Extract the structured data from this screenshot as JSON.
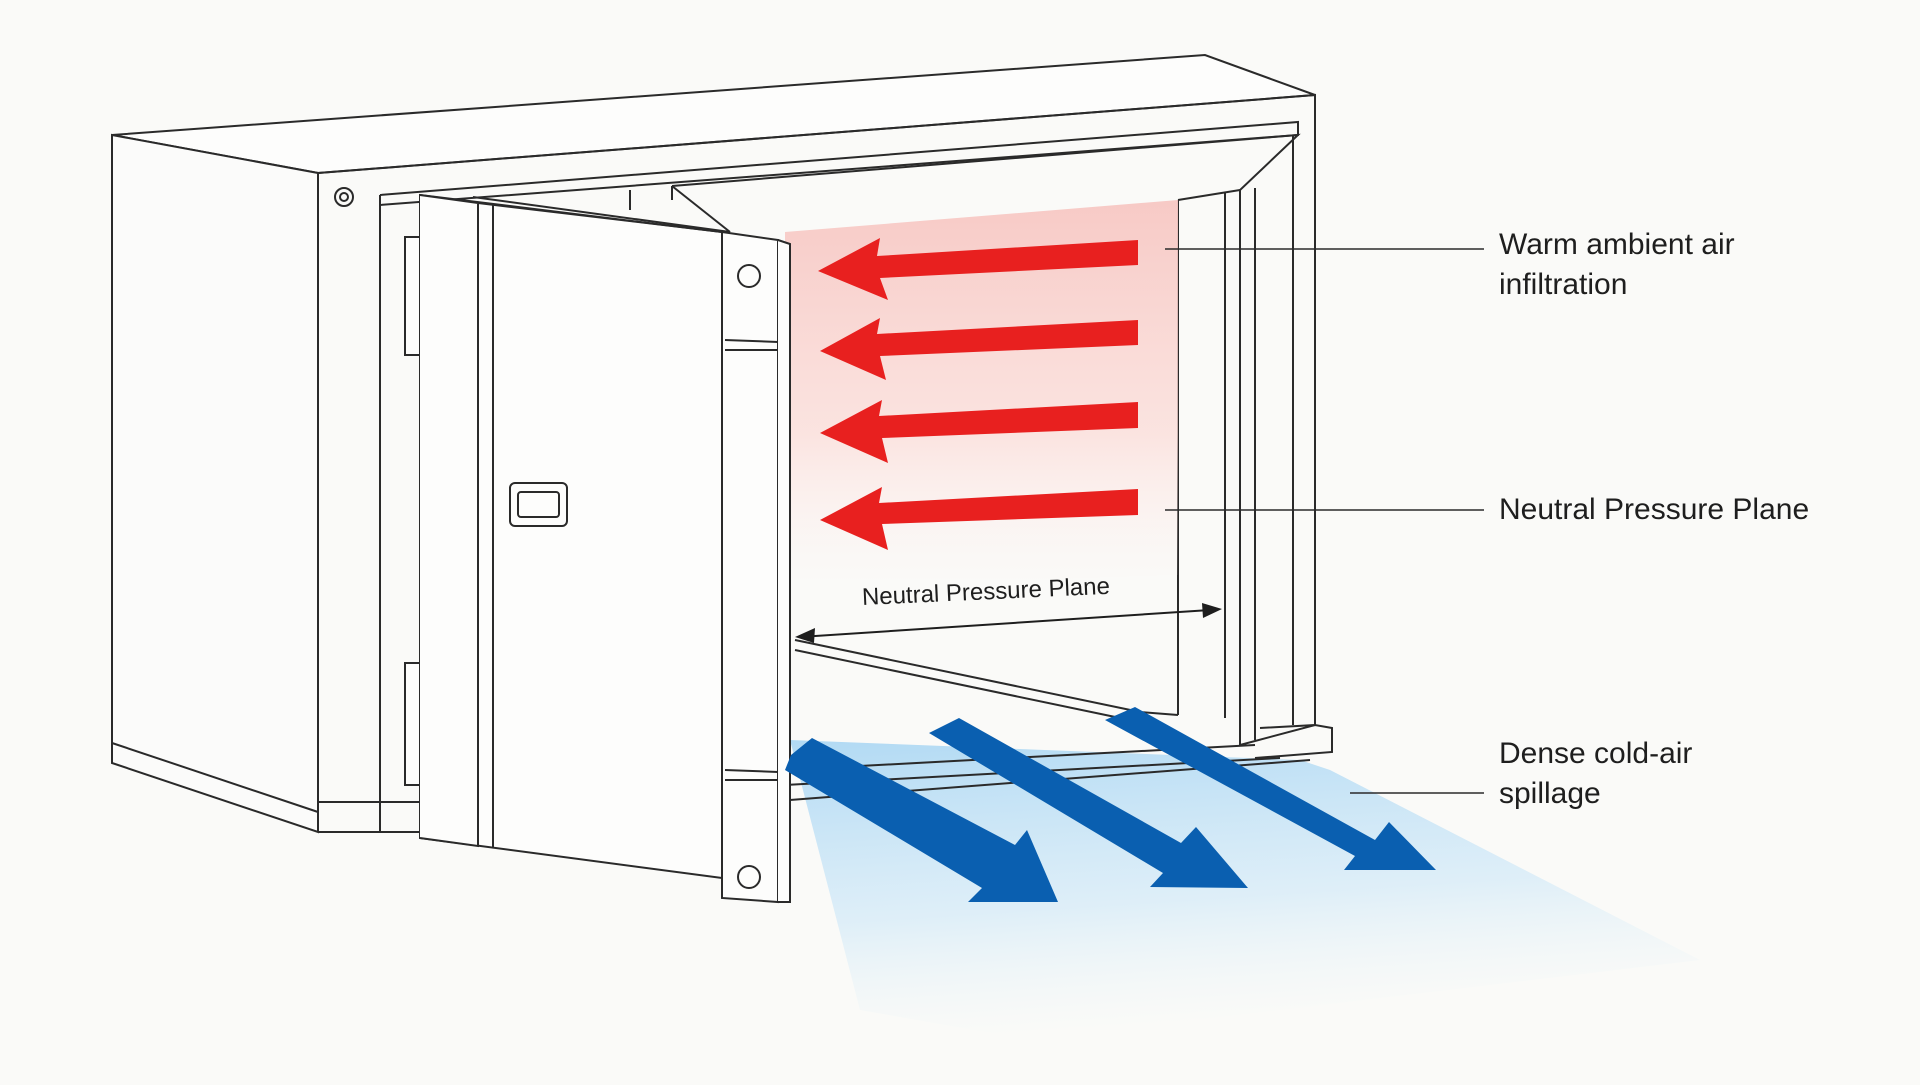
{
  "callouts": {
    "warm_air": {
      "line1": "Warm ambient air",
      "line2": "infiltration"
    },
    "neutral_plane": "Neutral Pressure Plane",
    "cold_air": {
      "line1": "Dense cold-air",
      "line2": "spillage"
    }
  },
  "dimension_label": "Neutral Pressure Plane",
  "colors": {
    "warm_arrow": "#e8201f",
    "warm_glow": "#fbd6d3",
    "cold_arrow": "#0a5fb0",
    "cold_glow": "#bfe0f6",
    "outline": "#2a2a2a",
    "background": "#fafaf8"
  },
  "icons": {
    "warm_flow": "arrow-left-icon",
    "cold_flow": "arrow-down-right-icon"
  }
}
